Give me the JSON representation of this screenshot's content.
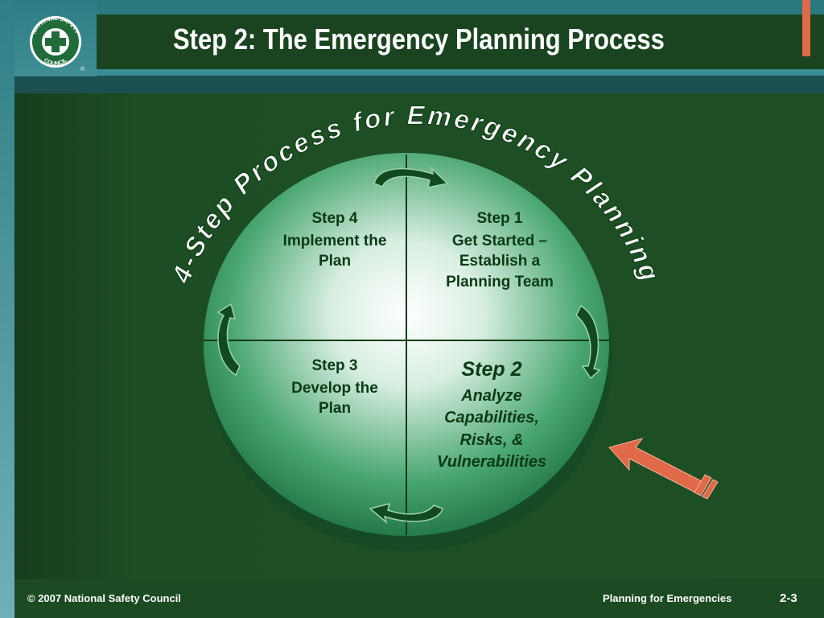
{
  "slide": {
    "title": "Step 2: The Emergency Planning Process",
    "arc_title": "4-Step Process for Emergency Planning",
    "logo": {
      "text_top": "NATIONAL SAFETY",
      "text_bottom": "COUNCIL",
      "mark": "®"
    },
    "quadrants": {
      "step4": {
        "label": "Step 4",
        "lines": [
          "Implement the",
          "Plan"
        ]
      },
      "step1": {
        "label": "Step 1",
        "lines": [
          "Get Started –",
          "Establish a",
          "Planning Team"
        ]
      },
      "step3": {
        "label": "Step 3",
        "lines": [
          "Develop the",
          "Plan"
        ]
      },
      "step2": {
        "label": "Step 2",
        "lines": [
          "Analyze",
          "Capabilities,",
          "Risks, &",
          "Vulnerabilities"
        ]
      }
    },
    "footer": {
      "copyright": "© 2007 National Safety Council",
      "course": "Planning for Emergencies",
      "page": "2-3"
    },
    "colors": {
      "background": "#1f4f24",
      "teal": "#2a7a80",
      "accent": "#e0694a",
      "sphere_light": "#ffffff",
      "sphere_dark": "#1e7d45",
      "text_dark": "#0b3a14"
    }
  }
}
